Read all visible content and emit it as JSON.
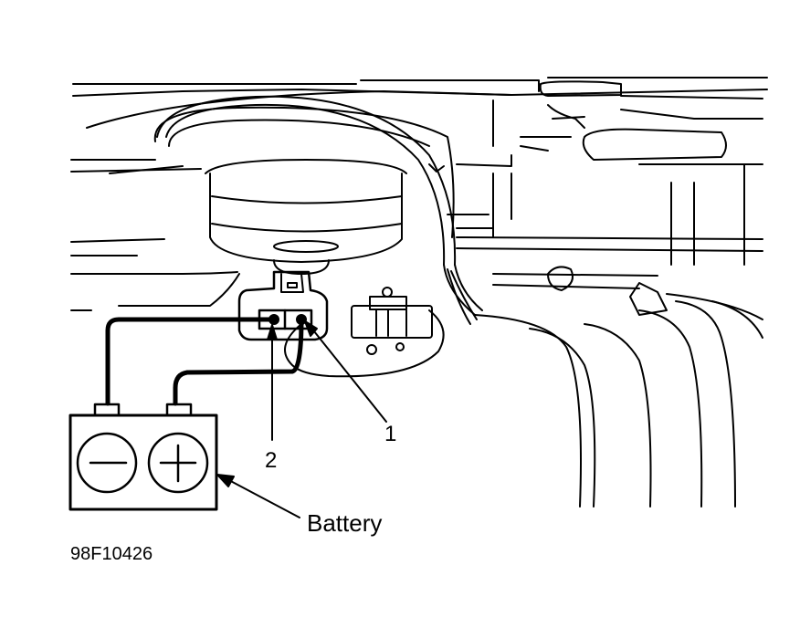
{
  "figure": {
    "id": "98F10426",
    "description": "Battery connected to component connector terminals"
  },
  "callouts": {
    "terminal_1": "1",
    "terminal_2": "2",
    "battery": "Battery"
  },
  "battery_symbols": {
    "negative": "negative-terminal",
    "positive": "positive-terminal"
  },
  "colors": {
    "line": "#000000",
    "background": "#ffffff"
  }
}
